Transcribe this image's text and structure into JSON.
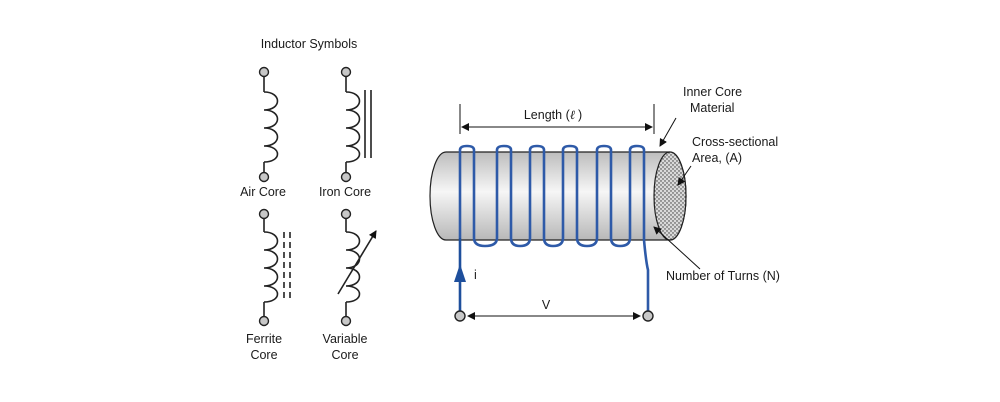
{
  "title": "Inductor Symbols",
  "symbols": {
    "air": [
      "Air Core"
    ],
    "iron": [
      "Iron Core"
    ],
    "ferrite": [
      "Ferrite",
      "Core"
    ],
    "variable": [
      "Variable",
      "Core"
    ]
  },
  "coil": {
    "length_label": "Length (",
    "length_symbol": "ℓ",
    "length_close": ")",
    "inner_core": [
      "Inner Core",
      "Material"
    ],
    "area": [
      "Cross-sectional",
      "Area, (A)"
    ],
    "turns": "Number of Turns (N)",
    "current": "i",
    "voltage": "V"
  },
  "colors": {
    "wire": "#2e5aa8",
    "arrow": "#1e4f9c",
    "terminal_fill": "#c8c8c8",
    "cylinder_light": "#f4f4f4",
    "cylinder_dark": "#bdbdbd",
    "end_face": "#d9d9d9"
  }
}
